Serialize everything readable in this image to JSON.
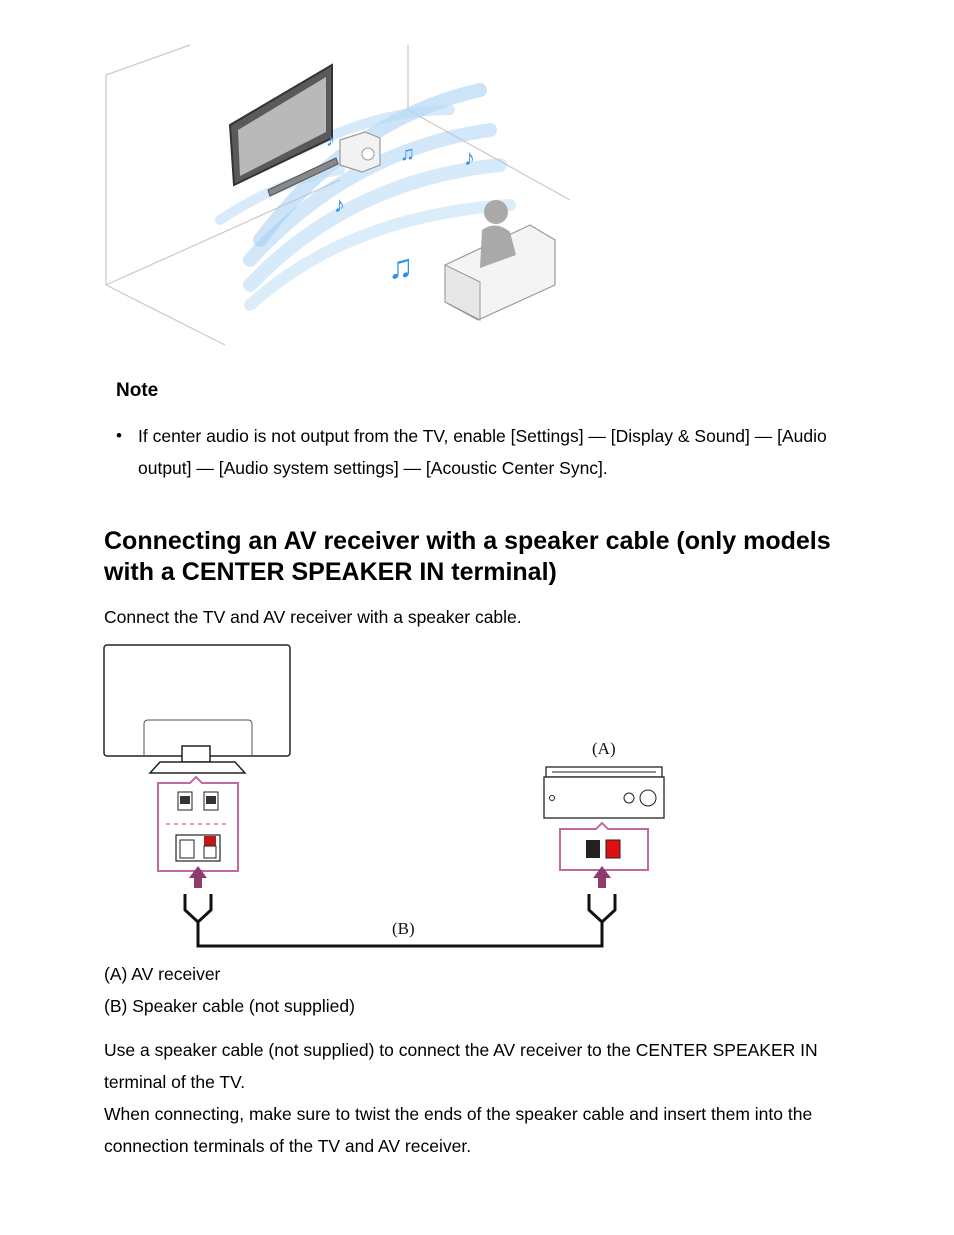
{
  "note": {
    "title": "Note",
    "bullet": "If center audio is not output from the TV, enable [Settings] — [Display & Sound] — [Audio output] — [Audio system settings] — [Acoustic Center Sync]."
  },
  "section": {
    "heading": "Connecting an AV receiver with a speaker cable (only models with a CENTER SPEAKER IN terminal)",
    "intro": "Connect the TV and AV receiver with a speaker cable."
  },
  "diagram": {
    "label_a": "(A)",
    "label_b": "(B)",
    "colors": {
      "accent": "#a8578a",
      "arrow": "#8e3c6c",
      "red": "#e01010",
      "sound": "#2f8fe8"
    }
  },
  "legend": {
    "a": "(A) AV receiver",
    "b": "(B) Speaker cable (not supplied)"
  },
  "paragraphs": {
    "p1": "Use a speaker cable (not supplied) to connect the AV receiver to the CENTER SPEAKER IN terminal of the TV.",
    "p2": "When connecting, make sure to twist the ends of the speaker cable and insert them into the connection terminals of the TV and AV receiver."
  },
  "icons": [
    "music-note-icon",
    "bullet-dot-icon"
  ]
}
